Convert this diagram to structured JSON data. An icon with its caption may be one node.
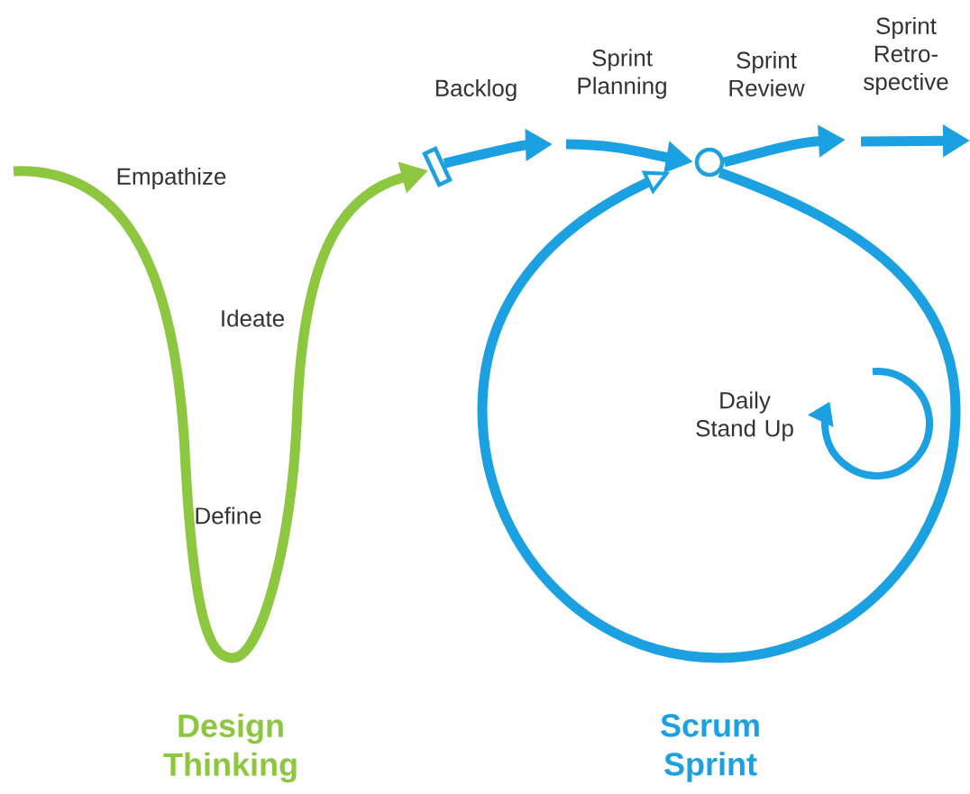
{
  "diagram": {
    "nodes": [
      {
        "text": [],
        "shape": "bar"
      },
      {
        "text": [],
        "shape": "circle"
      }
    ],
    "edges": [
      {
        "from": null,
        "to": 0,
        "arrow": "to",
        "color": "#8dc63f"
      },
      {
        "from": 0,
        "to": null,
        "arrow": "to"
      },
      {
        "from": null,
        "to": 1,
        "arrow": "to"
      },
      {
        "from": 1,
        "to": null,
        "arrow": "to"
      },
      {
        "from": 1,
        "to": 1,
        "arrow": "to"
      }
    ],
    "labels": [
      "Sprint Retro-spective",
      "Sprint Planning",
      "Sprint Review",
      "Backlog",
      "Empathize",
      "Ideate",
      "Daily Stand Up",
      "Define",
      "Design Thinking",
      "Scrum Sprint"
    ]
  }
}
